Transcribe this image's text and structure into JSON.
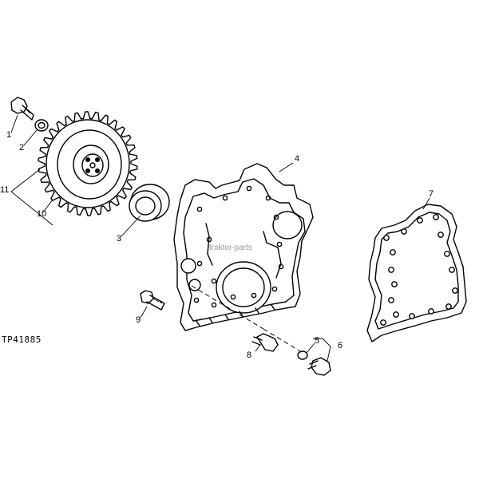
{
  "figure": {
    "id_label": "TP41885",
    "watermark": "traktor-parts"
  },
  "callouts": [
    {
      "key": "p1",
      "text": "1"
    },
    {
      "key": "p2",
      "text": "2"
    },
    {
      "key": "p3",
      "text": "3"
    },
    {
      "key": "p4",
      "text": "4"
    },
    {
      "key": "p5",
      "text": "5"
    },
    {
      "key": "p6",
      "text": "6"
    },
    {
      "key": "p7",
      "text": "7"
    },
    {
      "key": "p8",
      "text": "8"
    },
    {
      "key": "p9",
      "text": "9"
    },
    {
      "key": "p10",
      "text": "10"
    },
    {
      "key": "p11",
      "text": "11"
    }
  ]
}
